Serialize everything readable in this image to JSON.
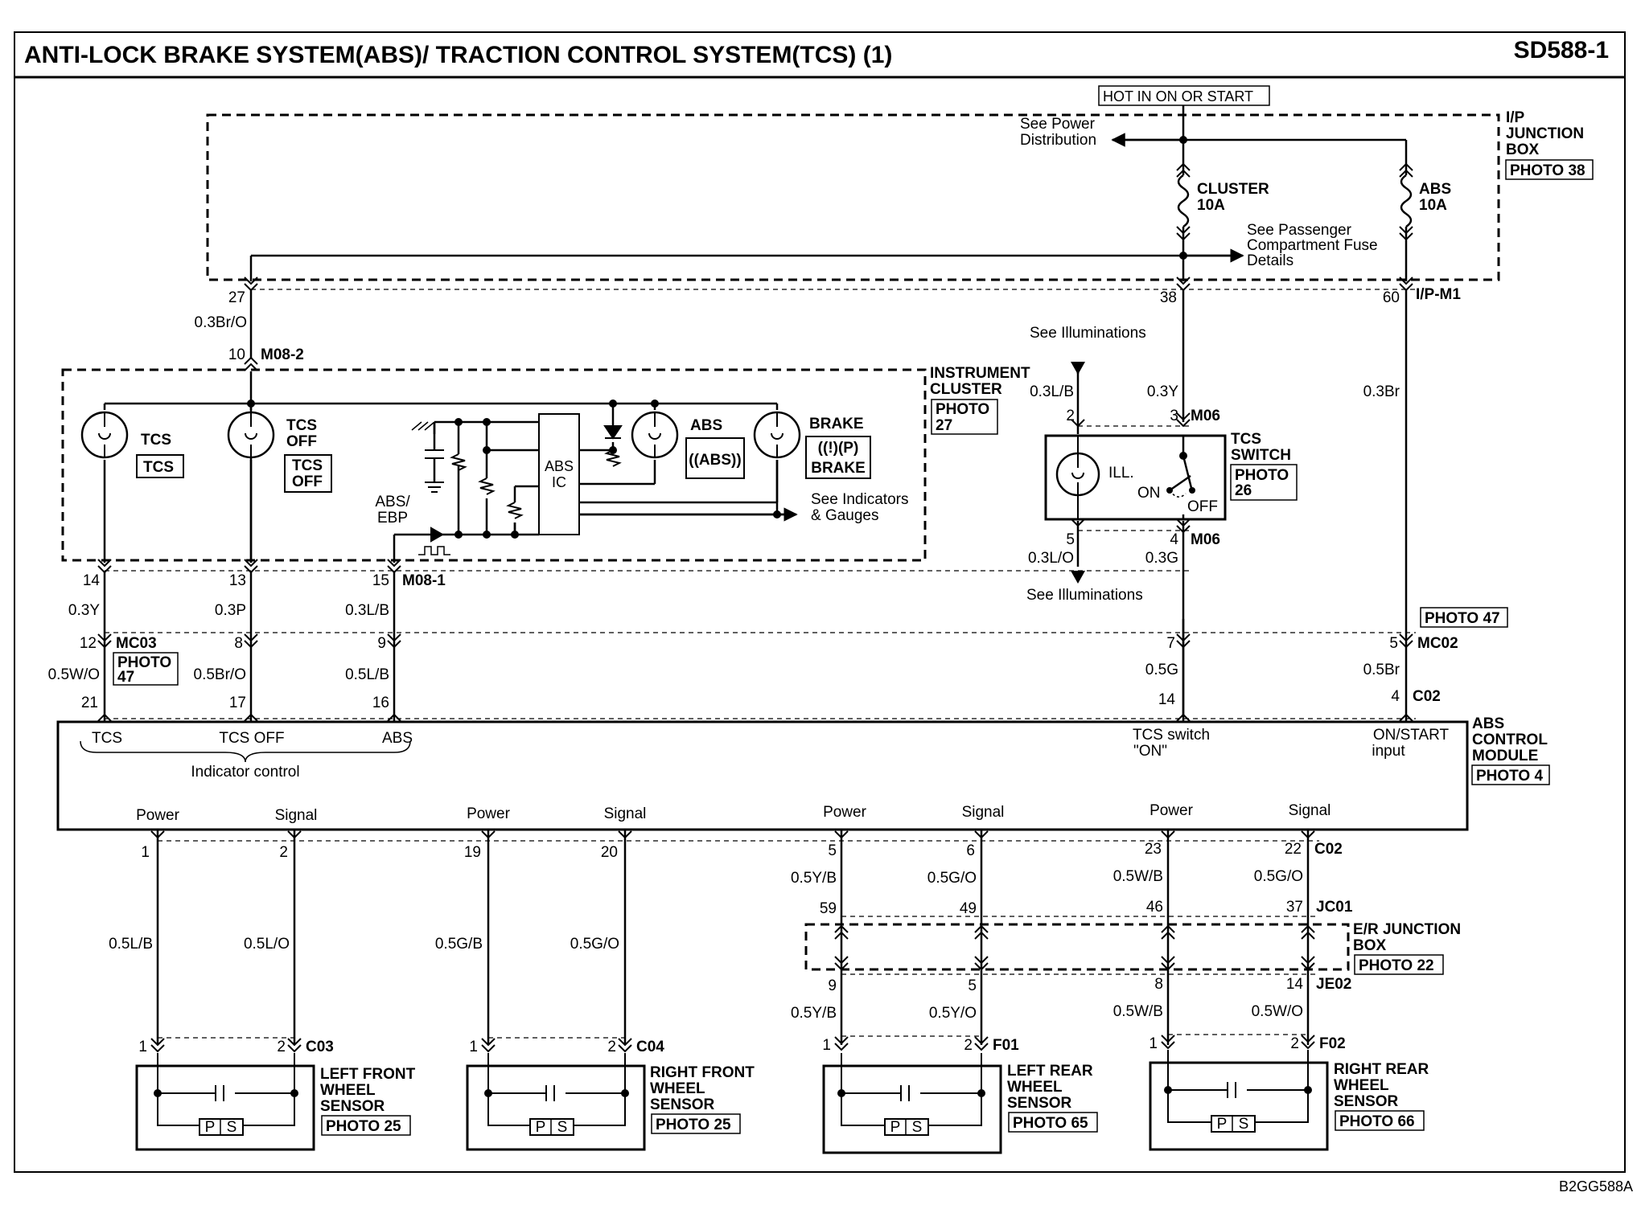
{
  "header": {
    "title": "ANTI-LOCK BRAKE SYSTEM(ABS)/ TRACTION CONTROL SYSTEM(TCS) (1)",
    "page_code": "SD588-1"
  },
  "power": {
    "hot": "HOT IN ON OR START",
    "see_power_1": "See Power",
    "see_power_2": "Distribution",
    "fuse_cluster_1": "CLUSTER",
    "fuse_cluster_2": "10A",
    "fuse_abs_1": "ABS",
    "fuse_abs_2": "10A",
    "see_pass_1": "See Passenger",
    "see_pass_2": "Compartment Fuse",
    "see_pass_3": "Details",
    "ipjb_1": "I/P",
    "ipjb_2": "JUNCTION",
    "ipjb_3": "BOX",
    "ipjb_photo": "PHOTO 38",
    "pin27": "27",
    "pin38": "38",
    "pin60": "60",
    "conn_ipm1": "I/P-M1"
  },
  "cluster": {
    "wire_top": "0.3Br/O",
    "pin10": "10",
    "conn_m082": "M08-2",
    "name_1": "INSTRUMENT",
    "name_2": "CLUSTER",
    "photo_1": "PHOTO",
    "photo_2": "27",
    "tcs": "TCS",
    "tcs_box": "TCS",
    "tcsoff_1": "TCS",
    "tcsoff_2": "OFF",
    "tcsoff_box_1": "TCS",
    "tcsoff_box_2": "OFF",
    "abs_ic_1": "ABS",
    "abs_ic_2": "IC",
    "abs": "ABS",
    "abs_symbol": "((ABS))",
    "brake": "BRAKE",
    "brake_symbol": "((!)(P)",
    "brake_box": "BRAKE",
    "absebp_1": "ABS/",
    "absebp_2": "EBP",
    "see_ind_1": "See Indicators",
    "see_ind_2": "& Gauges",
    "pin14": "14",
    "pin13": "13",
    "pin15": "15",
    "conn_m081": "M08-1"
  },
  "switch": {
    "see_illum_top": "See Illuminations",
    "w_03lb": "0.3L/B",
    "w_03y": "0.3Y",
    "pin2": "2",
    "pin3": "3",
    "conn_m06_top": "M06",
    "name_1": "TCS",
    "name_2": "SWITCH",
    "photo_1": "PHOTO",
    "photo_2": "26",
    "ill": "ILL.",
    "on": "ON",
    "off": "OFF",
    "pin5": "5",
    "pin4": "4",
    "conn_m06_bot": "M06",
    "w_03lo": "0.3L/O",
    "w_03g": "0.3G",
    "see_illum_bot": "See Illuminations",
    "w_03br": "0.3Br"
  },
  "mid": {
    "w_03y": "0.3Y",
    "w_03p": "0.3P",
    "w_03lb": "0.3L/B",
    "pin12": "12",
    "conn_mc03": "MC03",
    "mc03_photo_1": "PHOTO",
    "mc03_photo_2": "47",
    "pin8": "8",
    "pin9": "9",
    "pin7": "7",
    "pin5": "5",
    "conn_mc02": "MC02",
    "mc02_photo": "PHOTO 47",
    "w_05wo": "0.5W/O",
    "w_05bro": "0.5Br/O",
    "w_05lb": "0.5L/B",
    "w_05g": "0.5G",
    "w_05br": "0.5Br",
    "pin21": "21",
    "pin17": "17",
    "pin16": "16",
    "pin14": "14",
    "pin4": "4",
    "conn_c02": "C02"
  },
  "module": {
    "tcs": "TCS",
    "tcs_off": "TCS OFF",
    "abs": "ABS",
    "indicator": "Indicator control",
    "tcs_sw_1": "TCS switch",
    "tcs_sw_2": "\"ON\"",
    "onstart_1": "ON/START",
    "onstart_2": "input",
    "name_1": "ABS",
    "name_2": "CONTROL",
    "name_3": "MODULE",
    "photo": "PHOTO 4",
    "power": "Power",
    "signal": "Signal"
  },
  "sensors": {
    "pins": [
      "1",
      "2",
      "19",
      "20",
      "5",
      "6",
      "23",
      "22"
    ],
    "conn_c02": "C02",
    "wires_top": [
      "0.5L/B",
      "0.5L/O",
      "0.5G/B",
      "0.5G/O",
      "0.5Y/B",
      "0.5G/O",
      "0.5W/B",
      "0.5G/O"
    ],
    "jc_pins": [
      "59",
      "49",
      "46",
      "37"
    ],
    "conn_jc01": "JC01",
    "erjb_1": "E/R JUNCTION",
    "erjb_2": "BOX",
    "erjb_photo": "PHOTO 22",
    "je_pins": [
      "9",
      "5",
      "8",
      "14"
    ],
    "conn_je02": "JE02",
    "wires_bot": [
      "0.5Y/B",
      "0.5Y/O",
      "0.5W/B",
      "0.5W/O"
    ],
    "s_pin1": "1",
    "s_pin2": "2",
    "ps_p": "P",
    "ps_s": "S",
    "lf_conn": "C03",
    "lf_1": "LEFT FRONT",
    "lf_2": "WHEEL",
    "lf_3": "SENSOR",
    "lf_photo": "PHOTO 25",
    "rf_conn": "C04",
    "rf_1": "RIGHT FRONT",
    "rf_2": "WHEEL",
    "rf_3": "SENSOR",
    "rf_photo": "PHOTO 25",
    "lr_conn": "F01",
    "lr_1": "LEFT REAR",
    "lr_2": "WHEEL",
    "lr_3": "SENSOR",
    "lr_photo": "PHOTO 65",
    "rr_conn": "F02",
    "rr_1": "RIGHT REAR",
    "rr_2": "WHEEL",
    "rr_3": "SENSOR",
    "rr_photo": "PHOTO 66"
  },
  "footer": {
    "code": "B2GG588A"
  }
}
